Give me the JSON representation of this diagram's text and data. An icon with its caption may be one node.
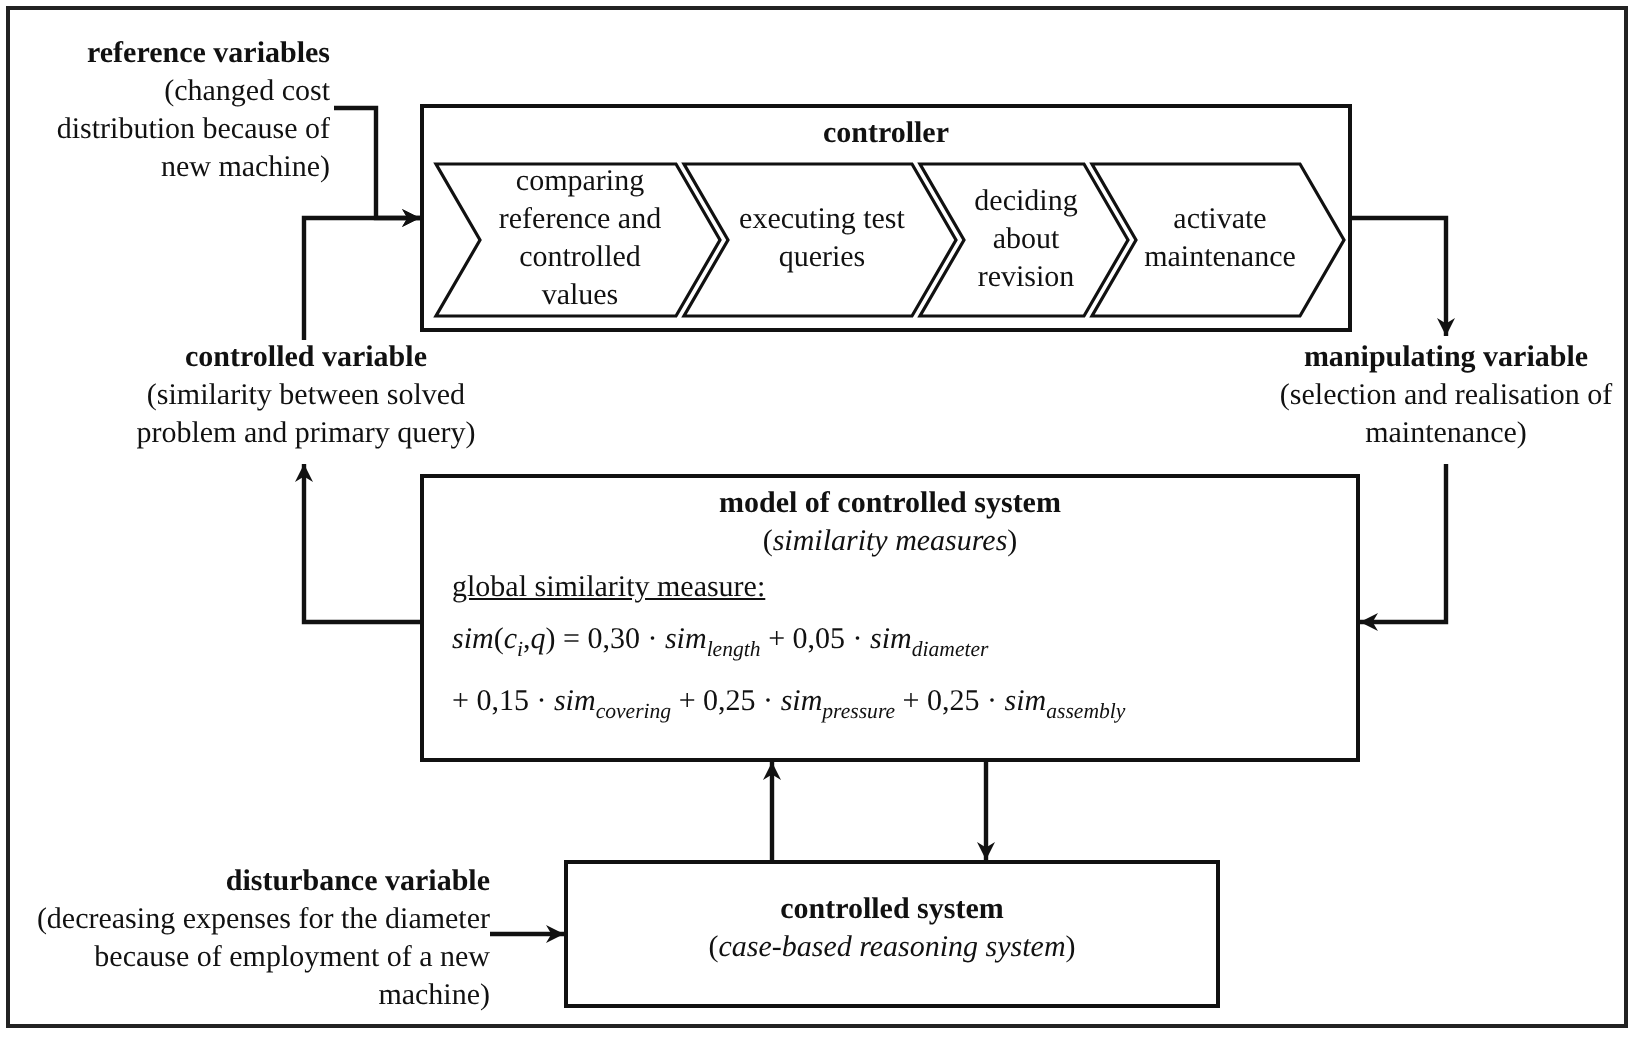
{
  "diagram": {
    "nodes": [
      {
        "text": [
          "controller"
        ]
      },
      {
        "text": [
          "comparing reference and controlled values"
        ],
        "in": 0
      },
      {
        "text": [
          "executing test queries"
        ],
        "in": 0
      },
      {
        "text": [
          "deciding about revision"
        ],
        "in": 0
      },
      {
        "text": [
          "activate maintenance"
        ],
        "in": 0
      },
      {
        "text": [
          "reference variables",
          "(changed cost distribution because of new machine)"
        ]
      },
      {
        "text": [
          "controlled variable",
          "(similarity between solved problem and primary query)"
        ]
      },
      {
        "text": [
          "manipulating variable",
          "(selection and realisation of maintenance)"
        ]
      },
      {
        "text": [
          "model of controlled system",
          "(*similarity measures*)",
          "global similarity measure:",
          "*sim*(*c*$_{i}$,*q*)  =  0,30 · *sim*$_{length}$ + 0,05 · *sim*$_{diameter}$",
          "+ 0,15 · *sim*$_{covering}$ + 0,25 · *sim*$_{pressure}$ + 0,25 · *sim*$_{assembly}$"
        ]
      },
      {
        "text": [
          "disturbance variable",
          "(decreasing expenses for the diameter because of employment of a new machine)"
        ]
      },
      {
        "text": [
          "controlled system",
          "(*case-based reasoning system*)"
        ]
      }
    ],
    "edges": [
      {
        "from": 5,
        "to": 0,
        "arrow": "to"
      },
      {
        "from": 6,
        "to": 0,
        "arrow": "to"
      },
      {
        "from": 0,
        "to": 7,
        "arrow": "to"
      },
      {
        "from": 7,
        "to": 8,
        "arrow": "to"
      },
      {
        "from": 8,
        "to": 6,
        "arrow": "to"
      },
      {
        "from": 10,
        "to": 8,
        "arrow": "to"
      },
      {
        "from": 8,
        "to": 10,
        "arrow": "to"
      },
      {
        "from": 9,
        "to": 10,
        "arrow": "to"
      }
    ]
  }
}
